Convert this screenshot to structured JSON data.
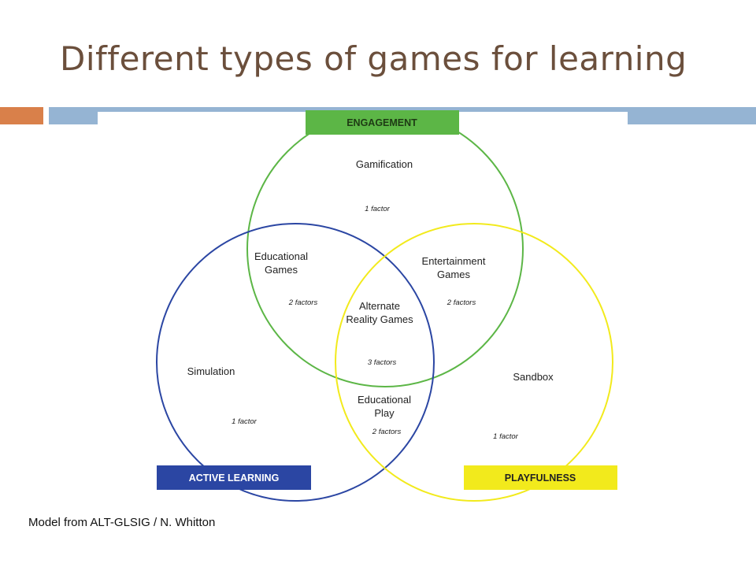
{
  "slide": {
    "title": "Different types of games for learning",
    "caption": "Model from ALT-GLSIG / N. Whitton"
  },
  "colors": {
    "title": "#6b4f3c",
    "accent_orange": "#d9804a",
    "accent_blue": "#95b4d3",
    "engagement": "#5cb646",
    "active_learning": "#2b46a3",
    "playfulness": "#f2ea1c"
  },
  "diagram": {
    "engagement_label": "ENGAGEMENT",
    "active_learning_label": "ACTIVE LEARNING",
    "playfulness_label": "PLAYFULNESS",
    "regions": {
      "gamification": {
        "line1": "Gamification",
        "factor": "1 factor"
      },
      "educational_games": {
        "line1": "Educational",
        "line2": "Games",
        "factor": "2 factors"
      },
      "entertainment_games": {
        "line1": "Entertainment",
        "line2": "Games",
        "factor": "2 factors"
      },
      "alternate_reality_games": {
        "line1": "Alternate",
        "line2": "Reality Games",
        "factor": "3 factors"
      },
      "simulation": {
        "line1": "Simulation",
        "factor": "1 factor"
      },
      "sandbox": {
        "line1": "Sandbox",
        "factor": "1 factor"
      },
      "educational_play": {
        "line1": "Educational",
        "line2": "Play",
        "factor": "2 factors"
      }
    }
  }
}
